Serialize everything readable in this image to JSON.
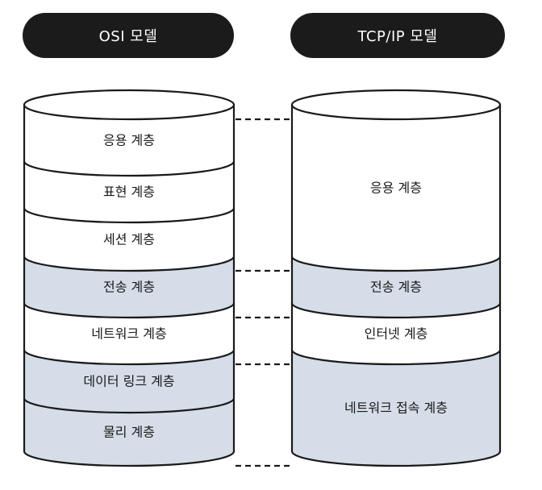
{
  "headers": {
    "osi": "OSI 모델",
    "tcpip": "TCP/IP 모델"
  },
  "osi_layers": [
    {
      "label": "응용 계층",
      "shaded": false
    },
    {
      "label": "표현 계층",
      "shaded": false
    },
    {
      "label": "세션 계층",
      "shaded": false
    },
    {
      "label": "전송 계층",
      "shaded": true
    },
    {
      "label": "네트워크 계층",
      "shaded": false
    },
    {
      "label": "데이터 링크 계층",
      "shaded": true
    },
    {
      "label": "물리 계층",
      "shaded": true
    }
  ],
  "tcpip_layers": [
    {
      "label": "응용 계층",
      "shaded": false
    },
    {
      "label": "전송 계층",
      "shaded": true
    },
    {
      "label": "인터넷 계층",
      "shaded": false
    },
    {
      "label": "네트워크 접속 계층",
      "shaded": true
    }
  ],
  "colors": {
    "shade": "#d5dde8",
    "white": "#ffffff",
    "stroke": "#1a1a1a",
    "pill": "#1b1b1b"
  }
}
